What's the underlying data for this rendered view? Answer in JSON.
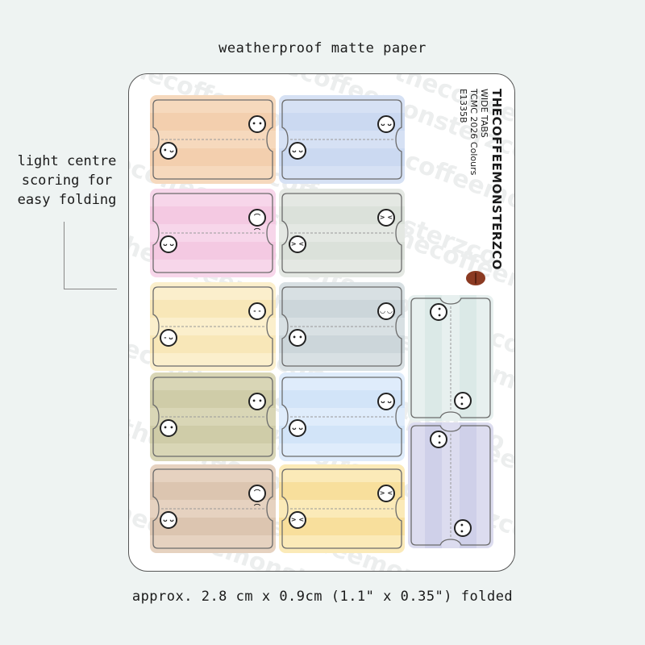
{
  "captions": {
    "top": "weatherproof matte paper",
    "bottom": "approx. 2.8 cm x 0.9cm (1.1\" x 0.35\") folded",
    "side_note_line1": "light centre",
    "side_note_line2": "scoring for",
    "side_note_line3": "easy folding"
  },
  "brand": {
    "name": "THECOFFEEMONSTERZCO",
    "line1": "WIDE TABS",
    "line2": "TCMC 2026 Colours",
    "line3": "E1335B",
    "watermark": "thecoffeemonsterzco"
  },
  "colors": {
    "peach": [
      "#f6d9bd",
      "#f3cfae",
      "#f6d9bd",
      "#f3cfae",
      "#f6d9bd"
    ],
    "blue": [
      "#d6e1f4",
      "#cbd9f1",
      "#d6e1f4",
      "#cbd9f1",
      "#d6e1f4"
    ],
    "pink": [
      "#f7d6ea",
      "#f4c9e2",
      "#f7d6ea",
      "#f4c9e2",
      "#f7d6ea"
    ],
    "sage": [
      "#e4e8e3",
      "#dbe1da",
      "#e4e8e3",
      "#dbe1da",
      "#e4e8e3"
    ],
    "cream": [
      "#fbefcc",
      "#f8e7b8",
      "#fbefcc",
      "#f8e7b8",
      "#fbefcc"
    ],
    "slate": [
      "#d8e0e3",
      "#ccd6da",
      "#d8e0e3",
      "#ccd6da",
      "#d8e0e3"
    ],
    "olive": [
      "#d9d6b6",
      "#cfcca8",
      "#d9d6b6",
      "#cfcca8",
      "#d9d6b6"
    ],
    "sky": [
      "#dfecfb",
      "#d2e4f8",
      "#dfecfb",
      "#d2e4f8",
      "#dfecfb"
    ],
    "taupe": [
      "#e6d2c0",
      "#dcc5b0",
      "#e6d2c0",
      "#dcc5b0",
      "#e6d2c0"
    ],
    "butter": [
      "#fbeab8",
      "#f8df9c",
      "#fbeab8",
      "#f8df9c",
      "#fbeab8"
    ],
    "mint": [
      "#e7f0ef",
      "#dbe9e7",
      "#e7f0ef",
      "#dbe9e7",
      "#e7f0ef"
    ],
    "lavender": [
      "#dcdcef",
      "#cfd0e9",
      "#dcdcef",
      "#cfd0e9",
      "#dcdcef"
    ]
  },
  "faces": {
    "peach_top": "• •",
    "peach_bottom": "• ᴗ",
    "blue_top": "ᴗ ᴗ",
    "blue_bottom": "ᴗ ᴗ",
    "pink_top": "⌒ ⌒",
    "pink_bottom": "ᴗ ᴗ",
    "sage_top": "> <",
    "sage_bottom": "> <",
    "cream_top": "- -",
    "cream_bottom": "- ᴗ",
    "slate_top": "◡ ◡",
    "slate_bottom": "• •",
    "olive_top": "• •",
    "olive_bottom": "• •",
    "sky_top": "ᴗ ᴗ",
    "sky_bottom": "ᴗ ᴗ",
    "taupe_top": "⌒ ⌒",
    "taupe_bottom": "ᴗ ᴗ",
    "butter_top": "> <",
    "butter_bottom": "> <",
    "mint_top": "• •",
    "mint_bottom": "• •",
    "lavender_top": "• •",
    "lavender_bottom": "• •"
  }
}
